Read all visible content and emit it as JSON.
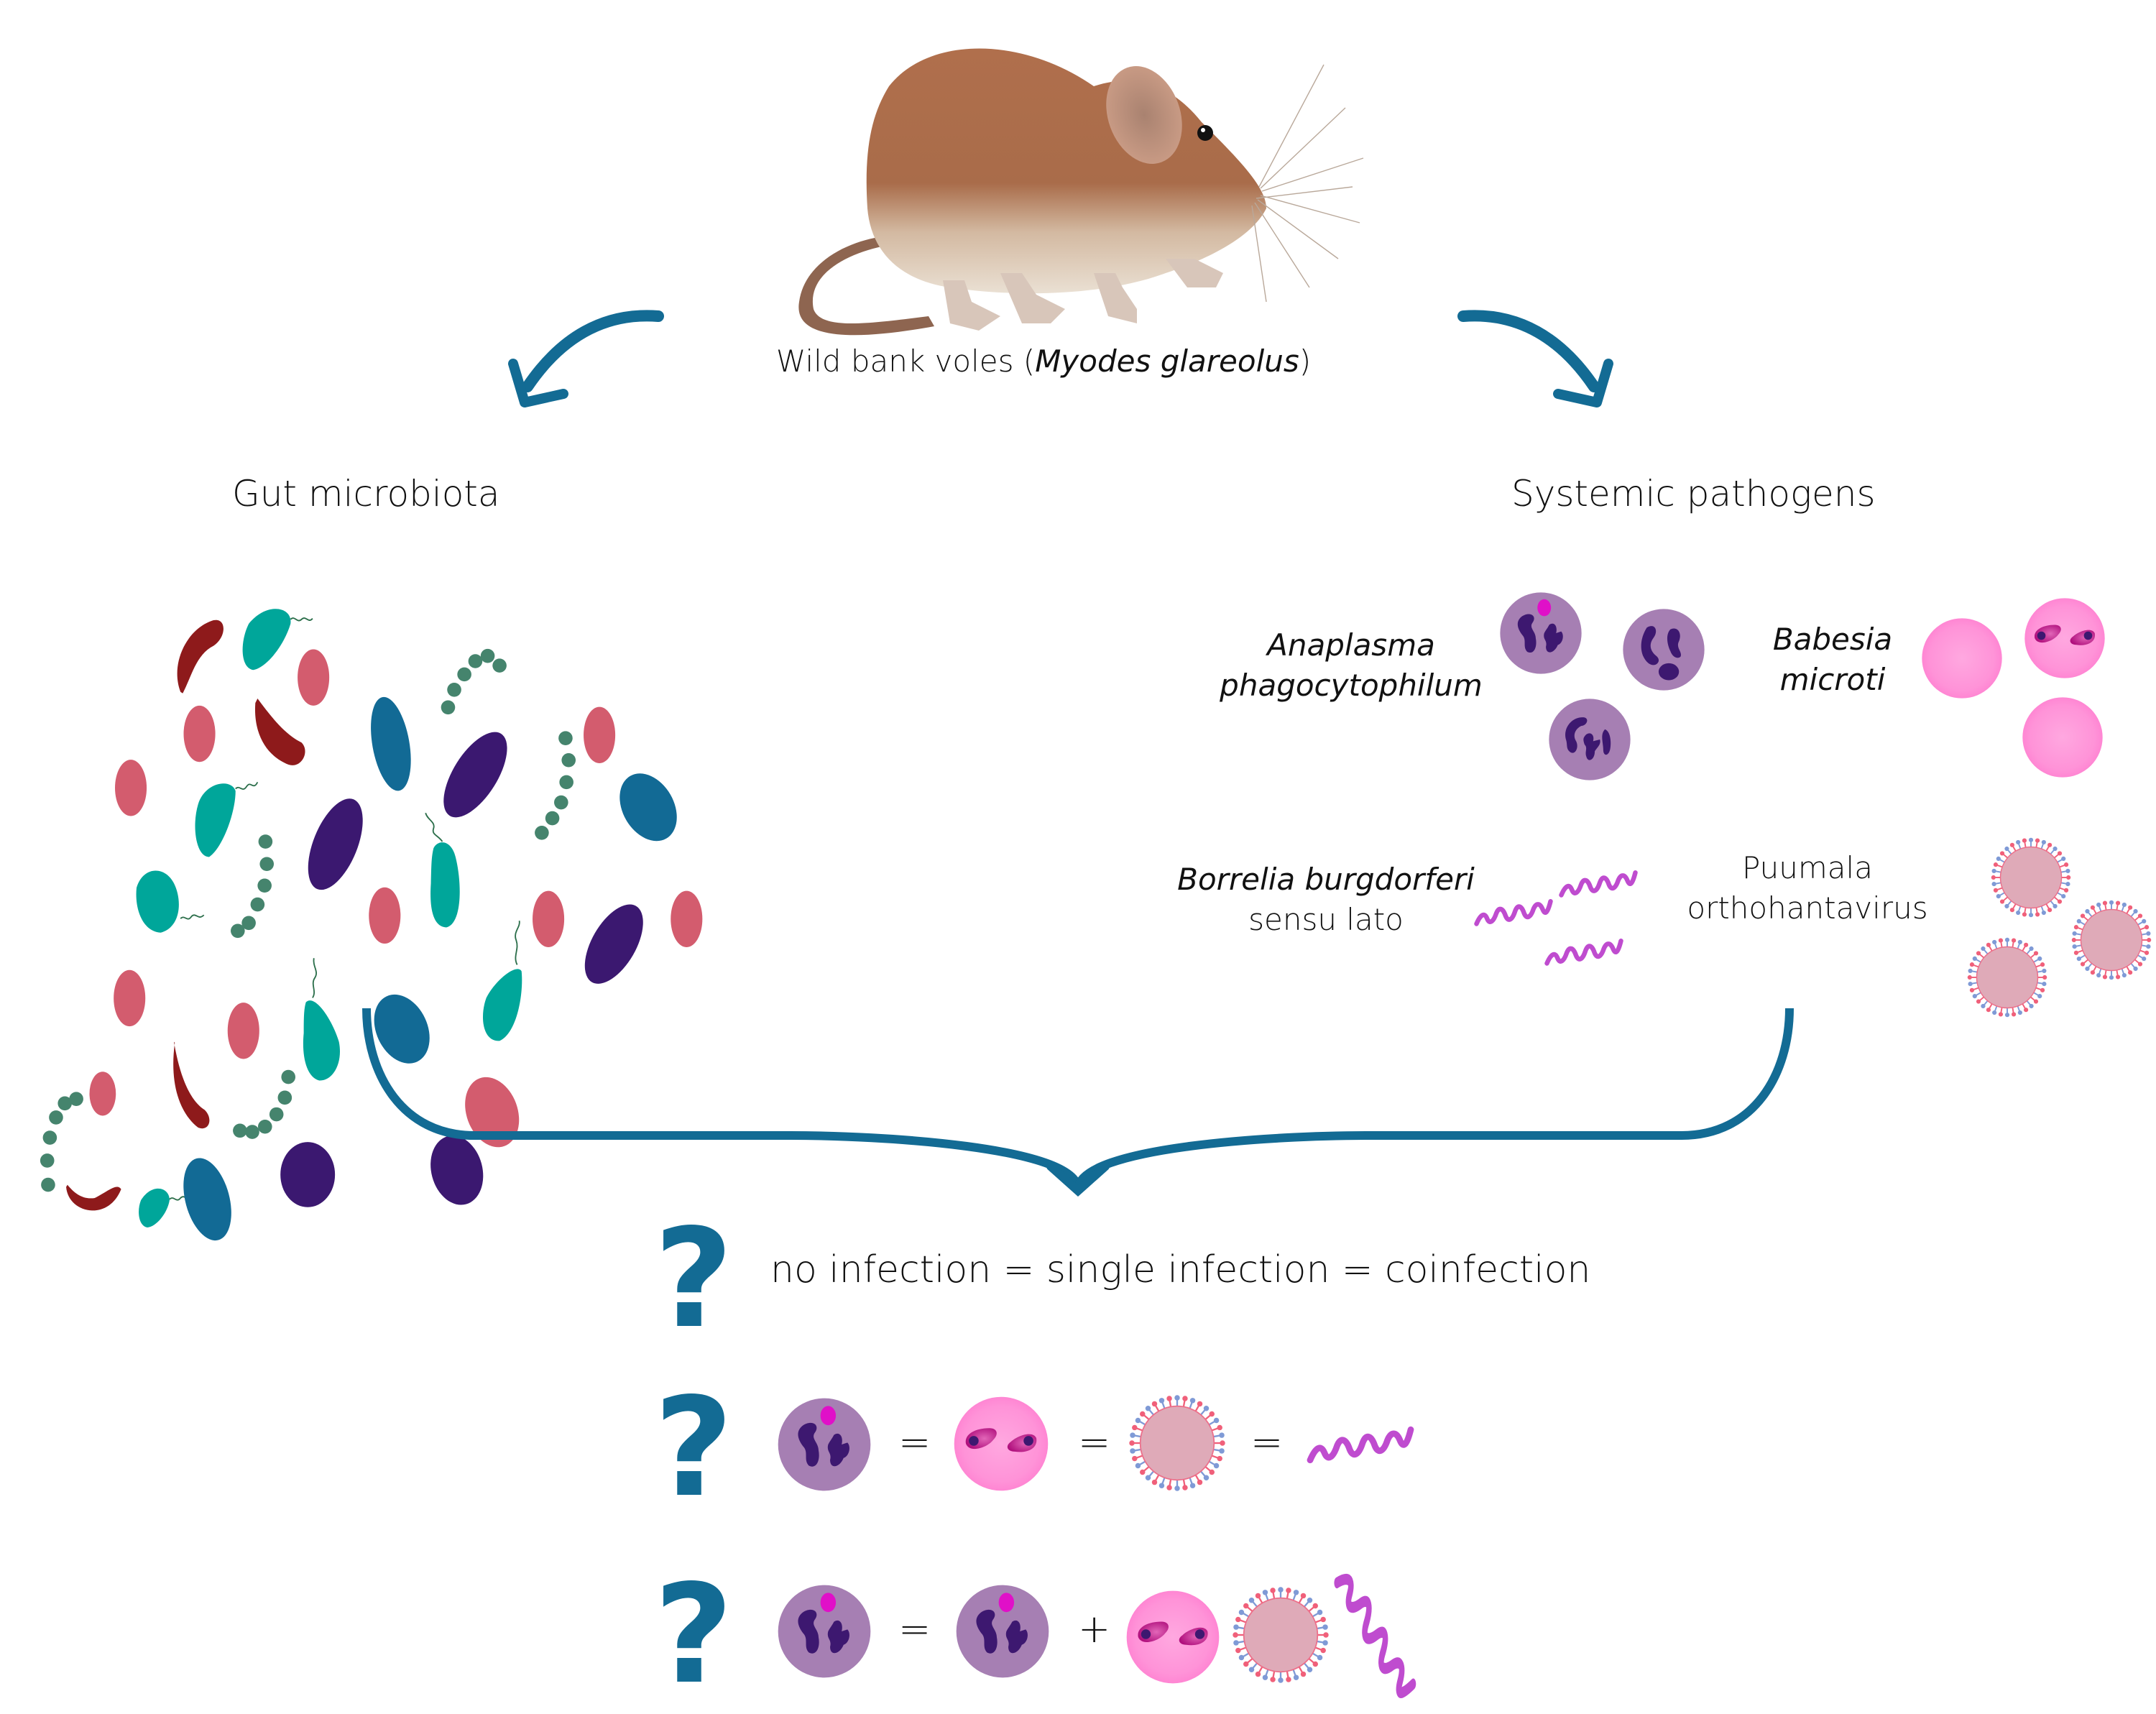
{
  "header": {
    "host_label_prefix": "Wild bank voles (",
    "host_label_species": "Myodes glareolus",
    "host_label_suffix": ")"
  },
  "branches": {
    "left_title": "Gut microbiota",
    "right_title": "Systemic pathogens"
  },
  "pathogens": [
    {
      "name_line1": "Anaplasma",
      "name_line2": "phagocytophilum",
      "italic": true,
      "icon": "neutrophil-icon"
    },
    {
      "name_line1": "Babesia",
      "name_line2": "microti",
      "italic": true,
      "icon": "red-blood-cell-icon"
    },
    {
      "name_line1": "Borrelia burgdorferi",
      "name_line2": "sensu lato",
      "italic_line1": true,
      "italic_line2": false,
      "icon": "spirochete-icon"
    },
    {
      "name_line1": "Puumala",
      "name_line2": "orthohantavirus",
      "italic": false,
      "icon": "hantavirus-icon"
    }
  ],
  "questions": {
    "q1_text": "no infection = single infection = coinfection",
    "q2_operators": [
      "=",
      "=",
      "="
    ],
    "q3_operators": [
      "=",
      "+"
    ],
    "qmark": "?"
  },
  "colors": {
    "arrow": "#136b94",
    "neutrophil": "#a67fb3",
    "nucleus": "#3d1870",
    "morula": "#e010c8",
    "rbc": "#ff8fd6",
    "babesia": "#b5137f",
    "virus_core": "#dfaab8",
    "spike_red": "#f0607a",
    "spike_blue": "#7f9ad6",
    "spirochete": "#bf4ccf",
    "microbe_darkred": "#8e1a1b",
    "microbe_teal": "#00a69a",
    "microbe_pink": "#d35c6e",
    "microbe_blue": "#126a95",
    "microbe_purple": "#3b1870",
    "microbe_chain": "#45846d"
  }
}
